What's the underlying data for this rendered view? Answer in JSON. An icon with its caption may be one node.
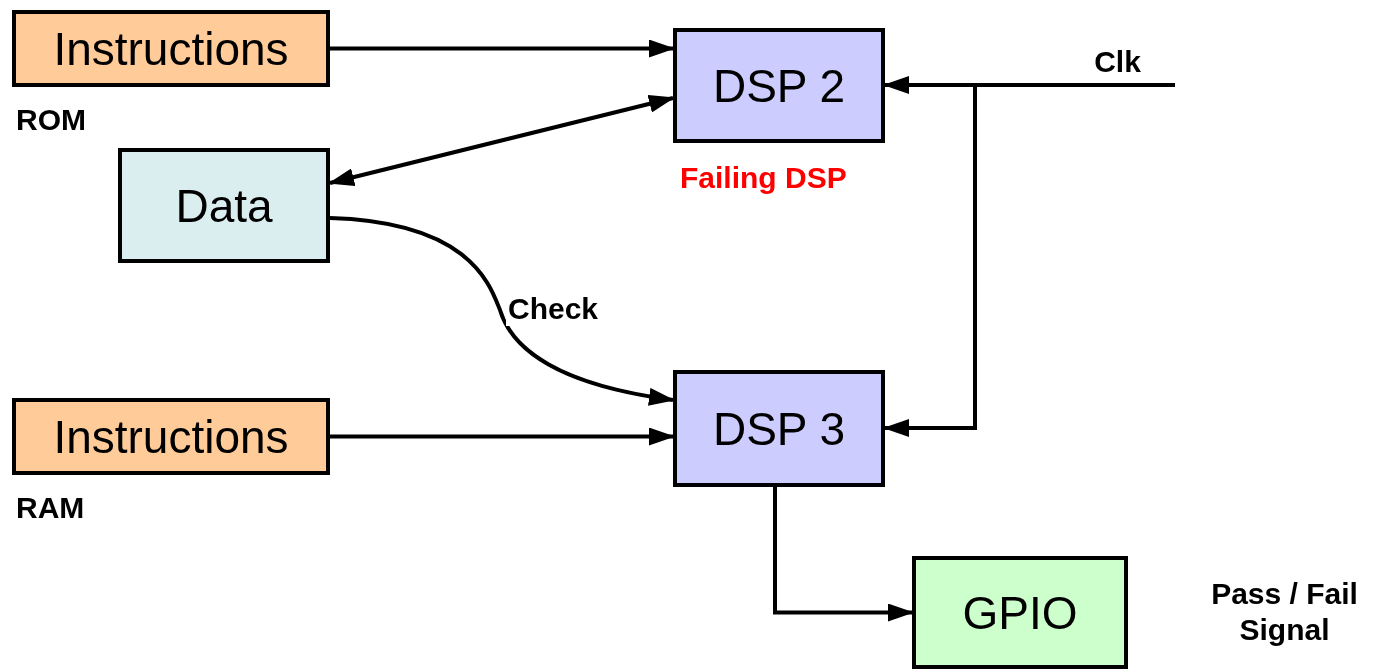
{
  "diagram": {
    "nodes": [
      {
        "text": [
          "Instructions"
        ],
        "beside": [
          "ROM"
        ]
      },
      {
        "text": [
          "DSP 2"
        ],
        "beside": [
          "Failing DSP"
        ]
      },
      {
        "text": [
          "Data"
        ]
      },
      {
        "text": [
          "Instructions"
        ],
        "beside": [
          "RAM"
        ]
      },
      {
        "text": [
          "DSP 3"
        ]
      },
      {
        "text": [
          "GPIO"
        ],
        "beside": [
          "Pass / Fail Signal"
        ]
      },
      {
        "text": [
          "Clk"
        ]
      }
    ],
    "edges": [
      {
        "from": 0,
        "to": 1,
        "arrow": "to"
      },
      {
        "from": 2,
        "to": 1,
        "arrow": "both"
      },
      {
        "from": 2,
        "to": 4,
        "arrow": "to",
        "label": "Check"
      },
      {
        "from": 3,
        "to": 4,
        "arrow": "to"
      },
      {
        "from": 6,
        "to": 1,
        "arrow": "to"
      },
      {
        "from": 6,
        "to": 4,
        "arrow": "to"
      },
      {
        "from": 4,
        "to": 5,
        "arrow": "to"
      }
    ]
  }
}
